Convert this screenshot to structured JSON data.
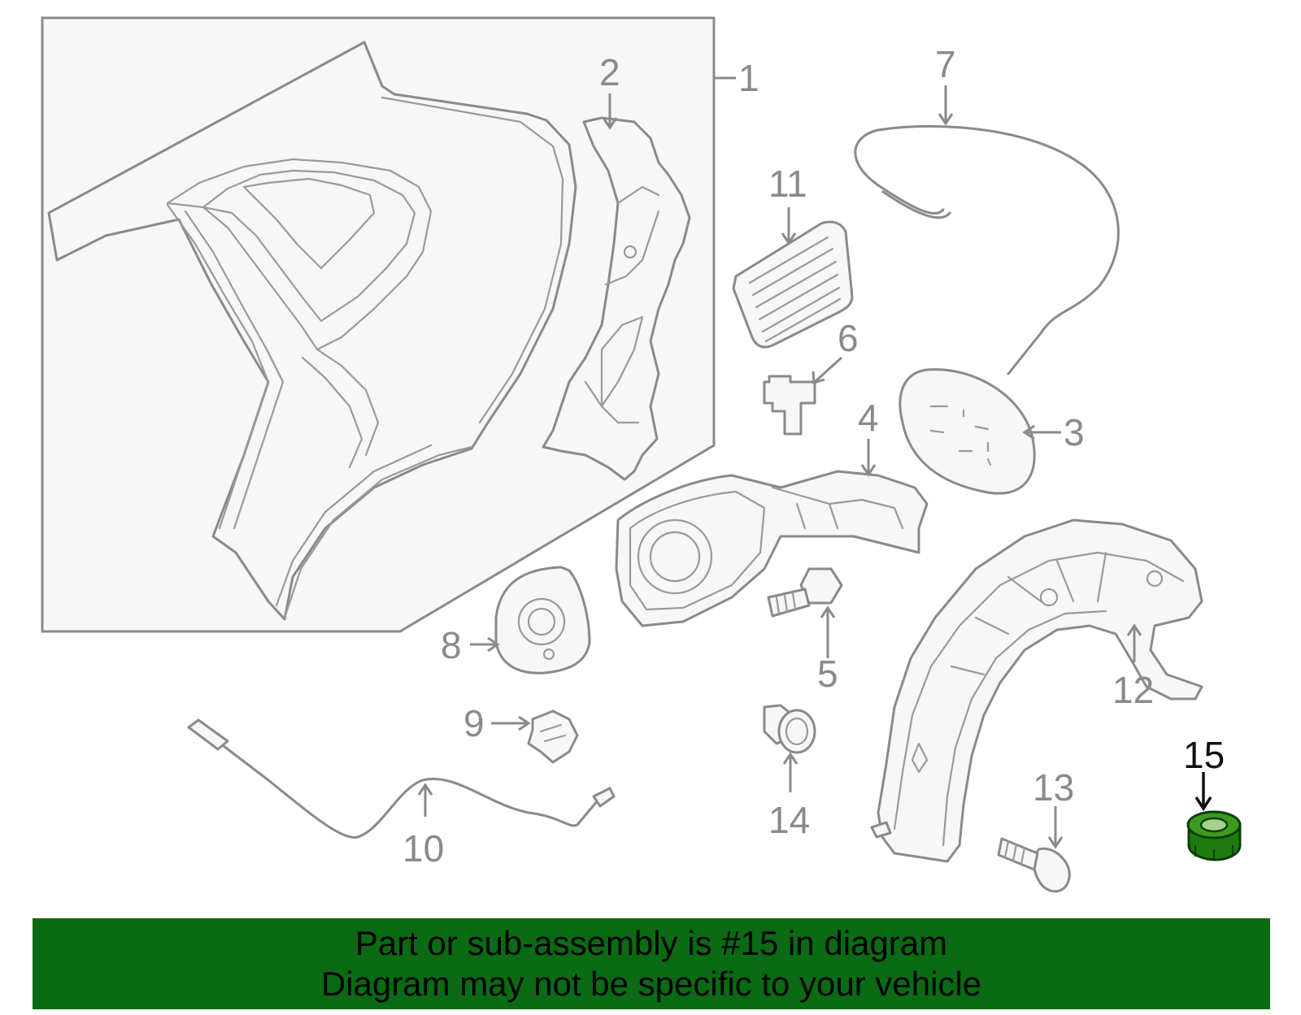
{
  "callouts": {
    "c1": "1",
    "c2": "2",
    "c3": "3",
    "c4": "4",
    "c5": "5",
    "c6": "6",
    "c7": "7",
    "c8": "8",
    "c9": "9",
    "c10": "10",
    "c11": "11",
    "c12": "12",
    "c13": "13",
    "c14": "14",
    "c15": "15"
  },
  "highlighted_part": "15",
  "colors": {
    "line": "#8a8a8a",
    "highlight_fill": "#1f7a10",
    "banner": "#0b6a14",
    "highlight_text": "#111111"
  },
  "banner": {
    "line1": "Part or sub-assembly is #15 in diagram",
    "line2": "Diagram may not be specific to your vehicle"
  }
}
